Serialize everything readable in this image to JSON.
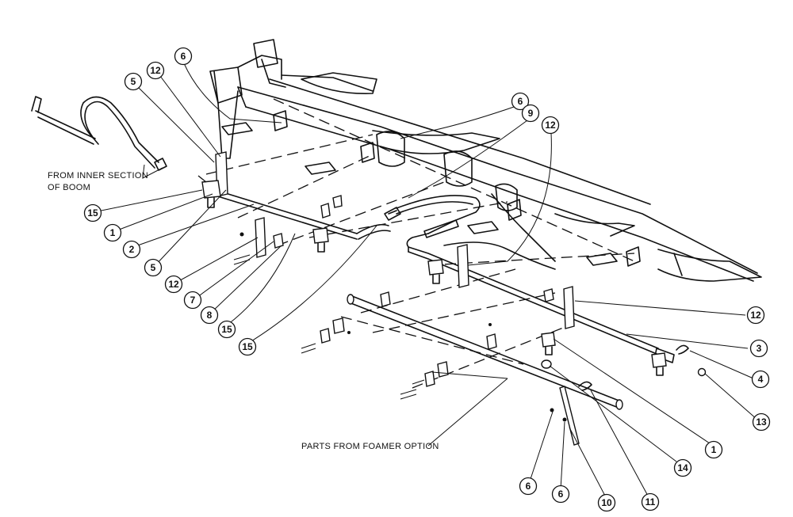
{
  "notes": {
    "inner_line1": "FROM INNER SECTION",
    "inner_line2": "OF BOOM",
    "foamer": "PARTS FROM FOAMER OPTION"
  },
  "callouts": [
    "1",
    "2",
    "3",
    "4",
    "5",
    "6",
    "7",
    "8",
    "9",
    "10",
    "11",
    "12",
    "13",
    "14",
    "15"
  ]
}
